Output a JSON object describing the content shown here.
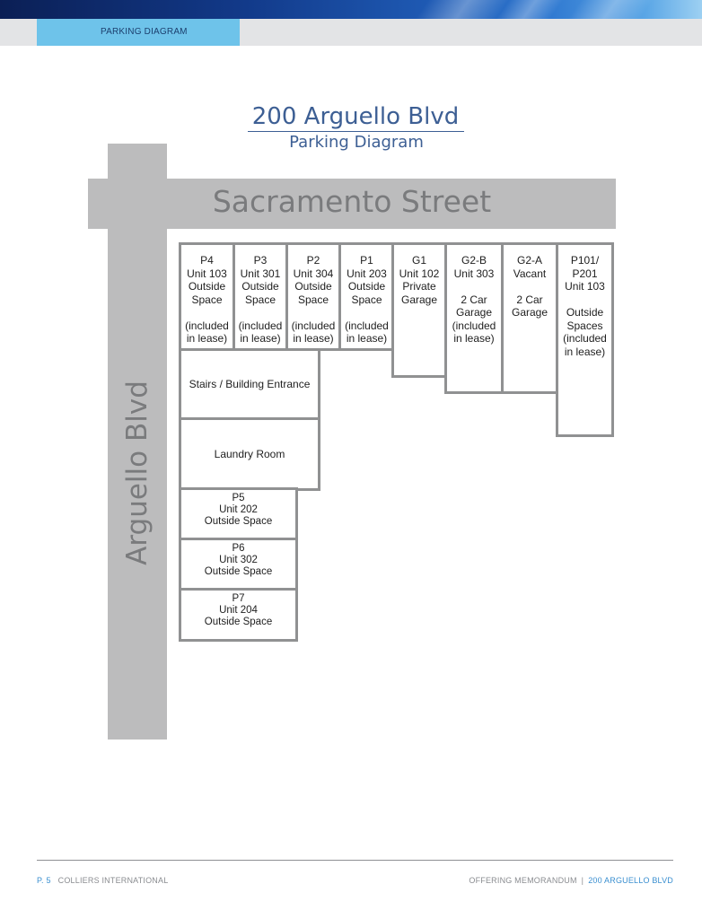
{
  "header": {
    "section_label": "PARKING DIAGRAM"
  },
  "diagram": {
    "title": "200 Arguello Blvd",
    "subtitle": "Parking Diagram",
    "street_horizontal": "Sacramento Street",
    "street_vertical": "Arguello Blvd",
    "spaces": [
      {
        "text": "P4\nUnit 103\nOutside\nSpace\n\n(included\nin lease)"
      },
      {
        "text": "P3\nUnit 301\nOutside\nSpace\n\n(included\nin lease)"
      },
      {
        "text": "P2\nUnit 304\nOutside\nSpace\n\n(included\nin lease)"
      },
      {
        "text": "P1\nUnit 203\nOutside\nSpace\n\n(included\nin lease)"
      },
      {
        "text": "G1\nUnit 102\nPrivate\nGarage"
      },
      {
        "text": "G2-B\nUnit 303\n\n2 Car\nGarage\n(included\nin lease)"
      },
      {
        "text": "G2-A\nVacant\n\n2 Car\nGarage"
      },
      {
        "text": "P101/\nP201\nUnit 103\n\nOutside\nSpaces\n(included\nin lease)"
      },
      {
        "text": "Stairs / Building Entrance"
      },
      {
        "text": "Laundry Room"
      },
      {
        "text": "P5\nUnit 202\nOutside Space"
      },
      {
        "text": "P6\nUnit 302\nOutside Space"
      },
      {
        "text": "P7\nUnit 204\nOutside Space"
      }
    ]
  },
  "footer": {
    "page": "P. 5",
    "company": "COLLIERS INTERNATIONAL",
    "doc": "OFFERING MEMORANDUM",
    "separator": "|",
    "property": "200 ARGUELLO BLVD"
  },
  "colors": {
    "accent_blue": "#6ec3ea",
    "title_blue": "#3d5f94",
    "road_gray": "#bcbcbd",
    "border_gray": "#909192"
  }
}
